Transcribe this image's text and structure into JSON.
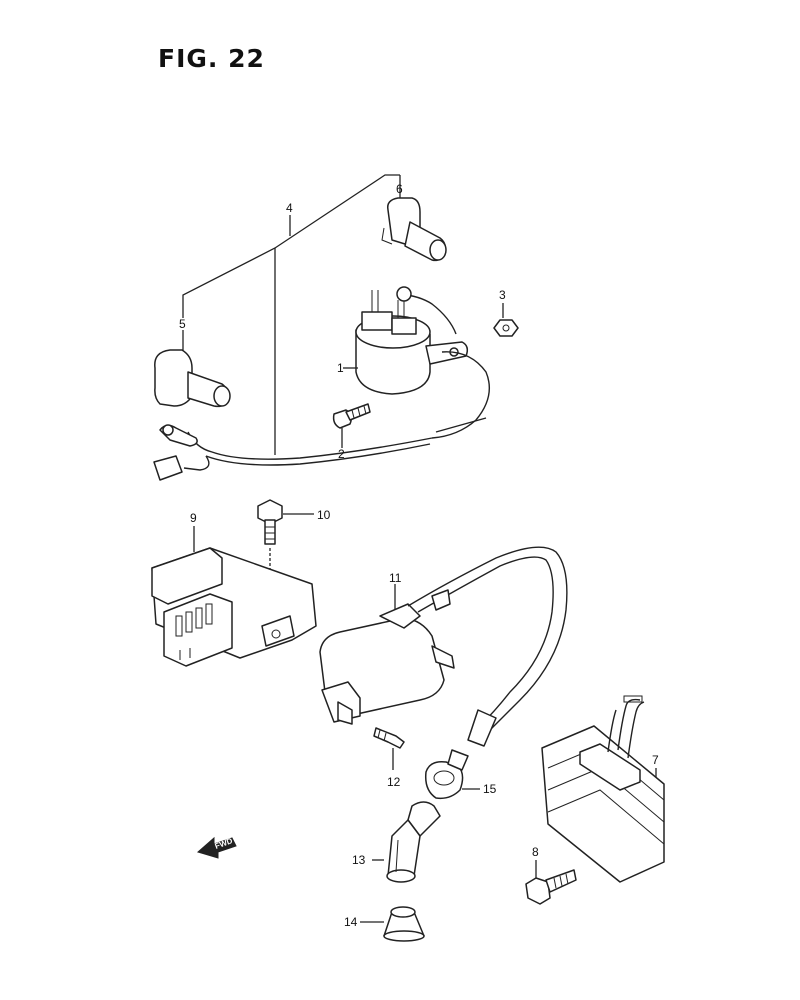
{
  "figure": {
    "title": "FIG. 22"
  },
  "callouts": {
    "p1": "1",
    "p2": "2",
    "p3": "3",
    "p4": "4",
    "p5": "5",
    "p6": "6",
    "p7": "7",
    "p8": "8",
    "p9": "9",
    "p10": "10",
    "p11": "11",
    "p12": "12",
    "p13": "13",
    "p14": "14",
    "p15": "15"
  },
  "fwd_arrow": {
    "label": "FWD",
    "icon": "fwd-arrow-icon"
  }
}
